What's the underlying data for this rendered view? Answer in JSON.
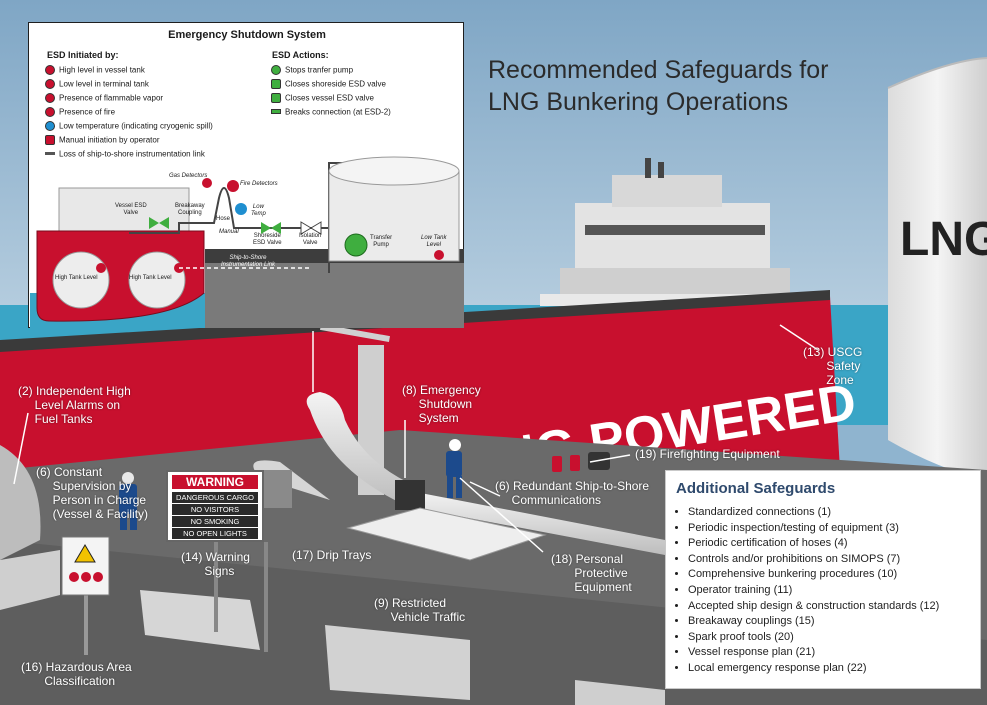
{
  "title_lines": [
    "Recommended Safeguards for",
    "LNG Bunkering Operations"
  ],
  "ship_hull_text": "LNG POWERED",
  "tank_text": "LNG",
  "colors": {
    "hull": "#c8102e",
    "water": "#3aa5c6",
    "sky": "#8fb4cf",
    "dock": "#6d6d6d",
    "heading_blue": "#2f4a6d"
  },
  "esd": {
    "title": "Emergency Shutdown System",
    "initiated_by": "ESD Initiated by:",
    "initiators": [
      {
        "icon": "high-level-icon",
        "text": "High level in vessel tank"
      },
      {
        "icon": "low-level-icon",
        "text": "Low level in terminal tank"
      },
      {
        "icon": "flammable-vapor-icon",
        "text": "Presence of flammable vapor"
      },
      {
        "icon": "fire-icon",
        "text": "Presence of fire"
      },
      {
        "icon": "low-temperature-icon",
        "text": "Low temperature (indicating cryogenic spill)"
      },
      {
        "icon": "manual-initiation-icon",
        "text": "Manual initiation by operator"
      },
      {
        "icon": "instrumentation-link-icon",
        "text": "Loss of ship-to-shore instrumentation link"
      }
    ],
    "actions_title": "ESD Actions:",
    "actions": [
      {
        "icon": "pump-stop-icon",
        "text": "Stops tranfer pump"
      },
      {
        "icon": "shoreside-valve-icon",
        "text": "Closes shoreside ESD valve"
      },
      {
        "icon": "vessel-valve-icon",
        "text": "Closes vessel ESD valve"
      },
      {
        "icon": "breakaway-icon",
        "text": "Breaks connection (at ESD-2)"
      }
    ],
    "diagram": {
      "gas_detectors": "Gas Detectors",
      "fire_detectors": "Fire Detectors",
      "vessel_esd_valve": "Vessel ESD\nValve",
      "breakaway_coupling": "Breakaway\nCoupling",
      "hose": "Hose",
      "low_temp": "Low\nTemp",
      "manual": "Manual",
      "shoreside_esd_valve": "Shoreside\nESD Valve",
      "isolation_valve": "Isolation\nValve",
      "transfer_pump": "Transfer\nPump",
      "low_tank_level": "Low Tank\nLevel",
      "high_tank_level_1": "High Tank Level",
      "high_tank_level_2": "High Tank Level",
      "instrumentation_link": "Ship-to-Shore\nInstrumentation Link"
    }
  },
  "callouts": {
    "c2": "(2) Independent High\n     Level Alarms on\n     Fuel Tanks",
    "c6a": "(6) Constant\n     Supervision by\n     Person in Charge\n     (Vessel & Facility)",
    "c8": "(8) Emergency\n     Shutdown\n     System",
    "c13": "(13) USCG\n       Safety\n       Zone",
    "c19": "(19) Firefighting Equipment",
    "c6b": "(6) Redundant Ship-to-Shore\n     Communications",
    "c18": "(18) Personal\n       Protective\n       Equipment",
    "c14": "(14) Warning\n       Signs",
    "c17": "(17) Drip Trays",
    "c9": "(9) Restricted\n     Vehicle Traffic",
    "c16": "(16) Hazardous Area\n       Classification"
  },
  "warning_sign": {
    "header": "WARNING",
    "lines": [
      "DANGEROUS CARGO",
      "NO VISITORS",
      "NO SMOKING",
      "NO OPEN LIGHTS"
    ]
  },
  "additional": {
    "heading": "Additional Safeguards",
    "items": [
      "Standardized connections (1)",
      "Periodic inspection/testing of equipment (3)",
      "Periodic certification of hoses (4)",
      "Controls and/or prohibitions on SIMOPS (7)",
      "Comprehensive bunkering procedures (10)",
      "Operator training (11)",
      "Accepted ship design & construction standards  (12)",
      "Breakaway couplings (15)",
      "Spark proof tools (20)",
      "Vessel response plan (21)",
      "Local emergency response plan (22)"
    ]
  }
}
